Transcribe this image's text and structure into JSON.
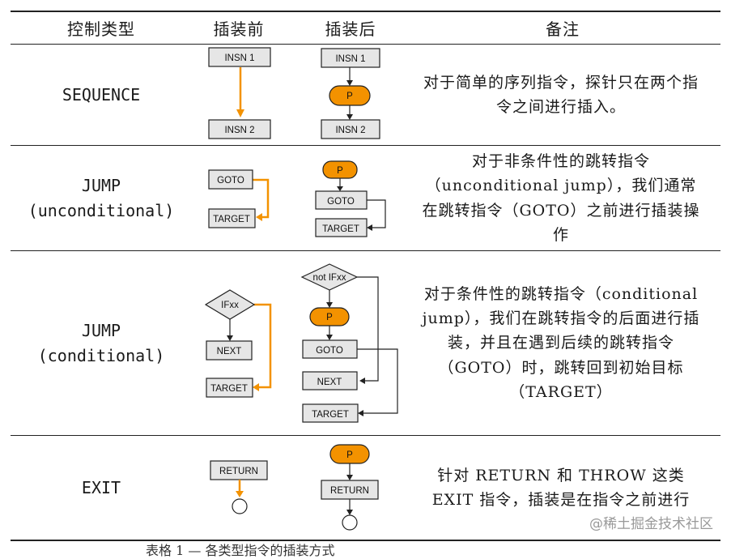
{
  "header": {
    "control_type": "控制类型",
    "before": "插装前",
    "after": "插装后",
    "notes": "备注"
  },
  "rows": [
    {
      "type_line1": "SEQUENCE",
      "type_line2": "",
      "before": {
        "insn1": "INSN 1",
        "insn2": "INSN 2"
      },
      "after": {
        "insn1": "INSN 1",
        "probe": "P",
        "insn2": "INSN 2"
      },
      "note": "对于简单的序列指令，探针只在两个指令之间进行插入。"
    },
    {
      "type_line1": "JUMP",
      "type_line2": "(unconditional)",
      "before": {
        "goto": "GOTO",
        "target": "TARGET"
      },
      "after": {
        "probe": "P",
        "goto": "GOTO",
        "target": "TARGET"
      },
      "note": "对于非条件性的跳转指令（unconditional jump），我们通常在跳转指令（GOTO）之前进行插装操作"
    },
    {
      "type_line1": "JUMP",
      "type_line2": "(conditional)",
      "before": {
        "cond": "IFxx",
        "next": "NEXT",
        "target": "TARGET"
      },
      "after": {
        "cond": "not IFxx",
        "probe": "P",
        "goto": "GOTO",
        "next": "NEXT",
        "target": "TARGET"
      },
      "note": "对于条件性的跳转指令（conditional jump），我们在跳转指令的后面进行插装，并且在遇到后续的跳转指令（GOTO）时，跳转回到初始目标（TARGET）"
    },
    {
      "type_line1": "EXIT",
      "type_line2": "",
      "before": {
        "ret": "RETURN"
      },
      "after": {
        "probe": "P",
        "ret": "RETURN"
      },
      "note": "针对 RETURN 和 THROW 这类 EXIT 指令，插装是在指令之前进行"
    }
  ],
  "caption": "表格 1 — 各类型指令的插装方式",
  "watermark": "@稀土掘金技术社区",
  "colors": {
    "orange": "#f39200",
    "box_fill": "#e6e6e6",
    "rule": "#222222"
  }
}
